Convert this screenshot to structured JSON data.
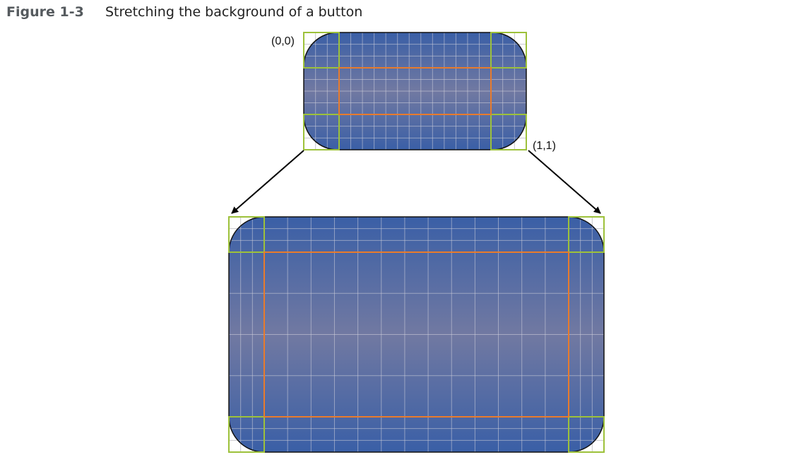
{
  "caption": {
    "label": "Figure 1-3",
    "title": "Stretching the background of a button"
  },
  "labels": {
    "origin": "(0,0)",
    "extent": "(1,1)"
  },
  "colors": {
    "gradient_edge": "#3a5fa6",
    "gradient_center": "#7179a2",
    "grid_line": "#c8c8cc",
    "cap_inset": "#9dc13a",
    "stretch_region": "#e87b2c",
    "outline": "#111111",
    "arrow": "#000000"
  },
  "icons": {
    "arrow": "arrow-down-icon"
  }
}
